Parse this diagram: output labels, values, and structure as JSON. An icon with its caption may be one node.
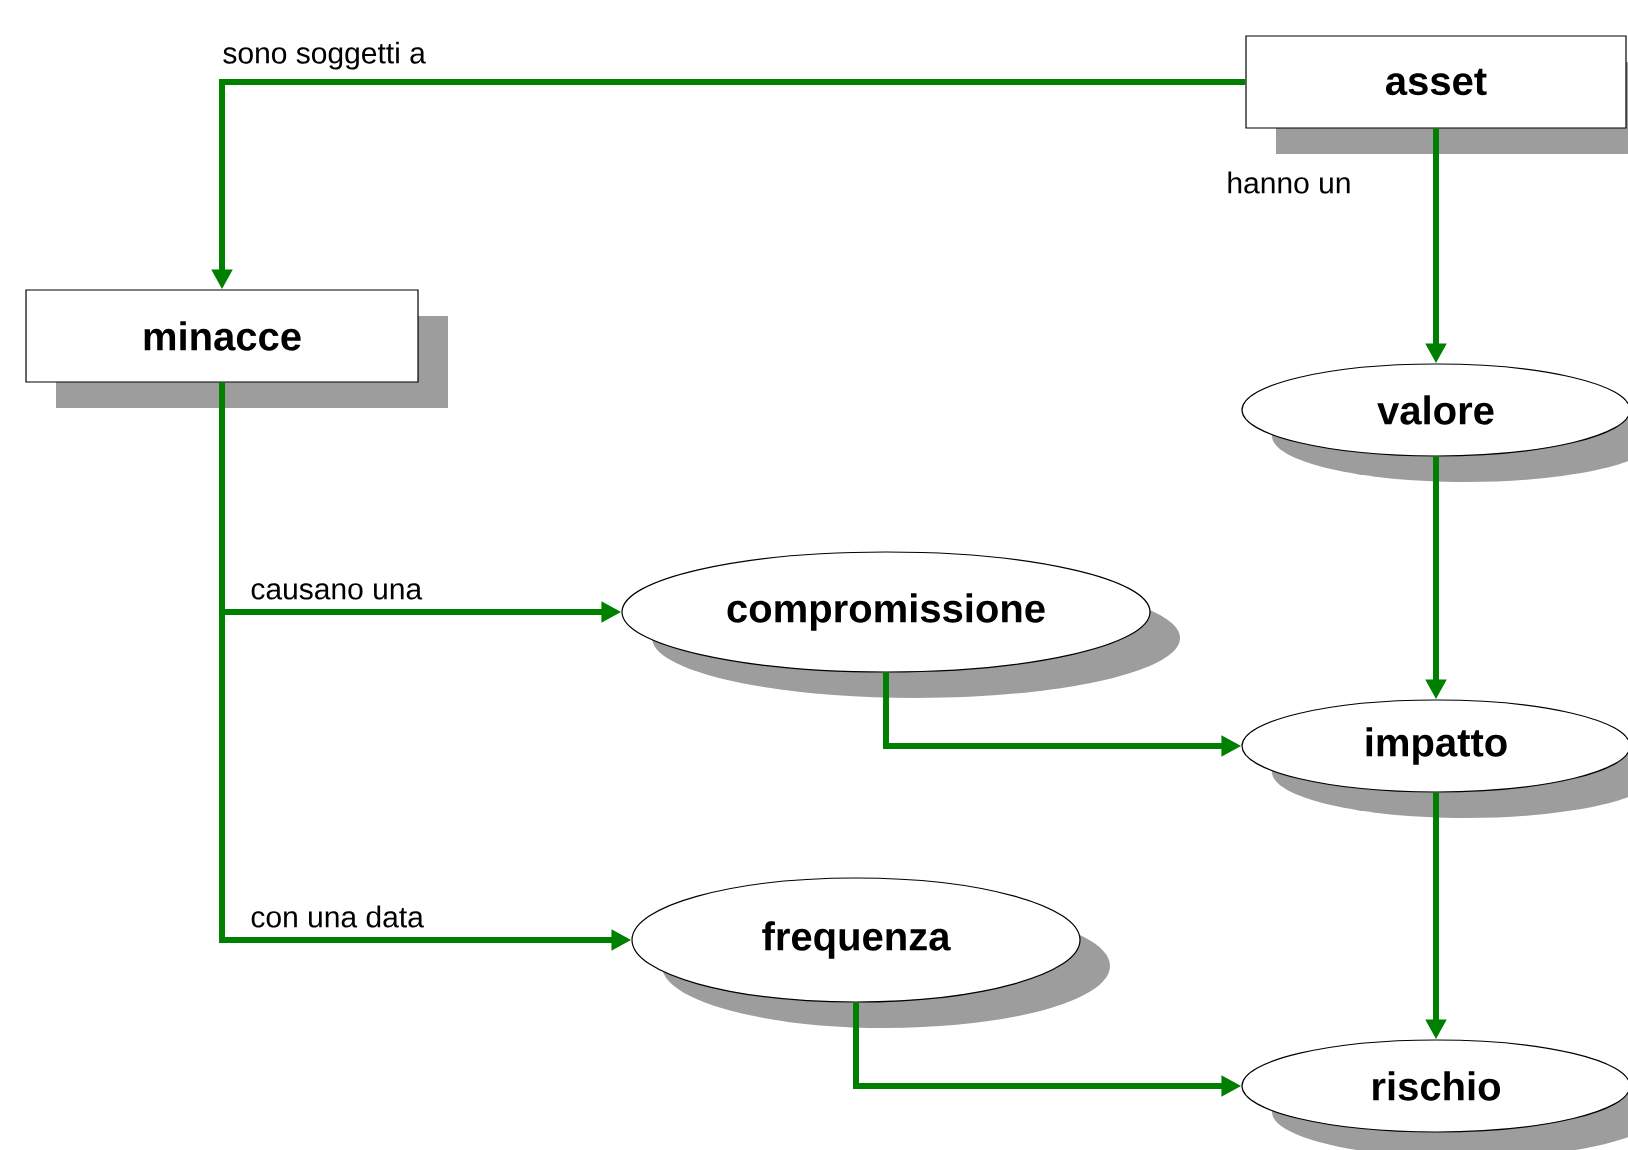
{
  "diagram": {
    "nodes": [
      {
        "text": [
          "asset"
        ]
      },
      {
        "text": [
          "minacce"
        ]
      },
      {
        "text": [
          "valore"
        ]
      },
      {
        "text": [
          "compromissione"
        ]
      },
      {
        "text": [
          "impatto"
        ]
      },
      {
        "text": [
          "frequenza"
        ]
      },
      {
        "text": [
          "rischio"
        ]
      }
    ],
    "edges": [
      {
        "from": 0,
        "to": 1,
        "arrow": "to",
        "label": "sono soggetti a"
      },
      {
        "from": 0,
        "to": 2,
        "arrow": "to",
        "label": "hanno un"
      },
      {
        "from": 1,
        "to": 3,
        "arrow": "to",
        "label": "causano una"
      },
      {
        "from": 1,
        "to": 5,
        "arrow": "to",
        "label": "con una data"
      },
      {
        "from": 2,
        "to": 4,
        "arrow": "to"
      },
      {
        "from": 3,
        "to": 4,
        "arrow": "to"
      },
      {
        "from": 4,
        "to": 6,
        "arrow": "to"
      },
      {
        "from": 5,
        "to": 6,
        "arrow": "to"
      }
    ]
  }
}
